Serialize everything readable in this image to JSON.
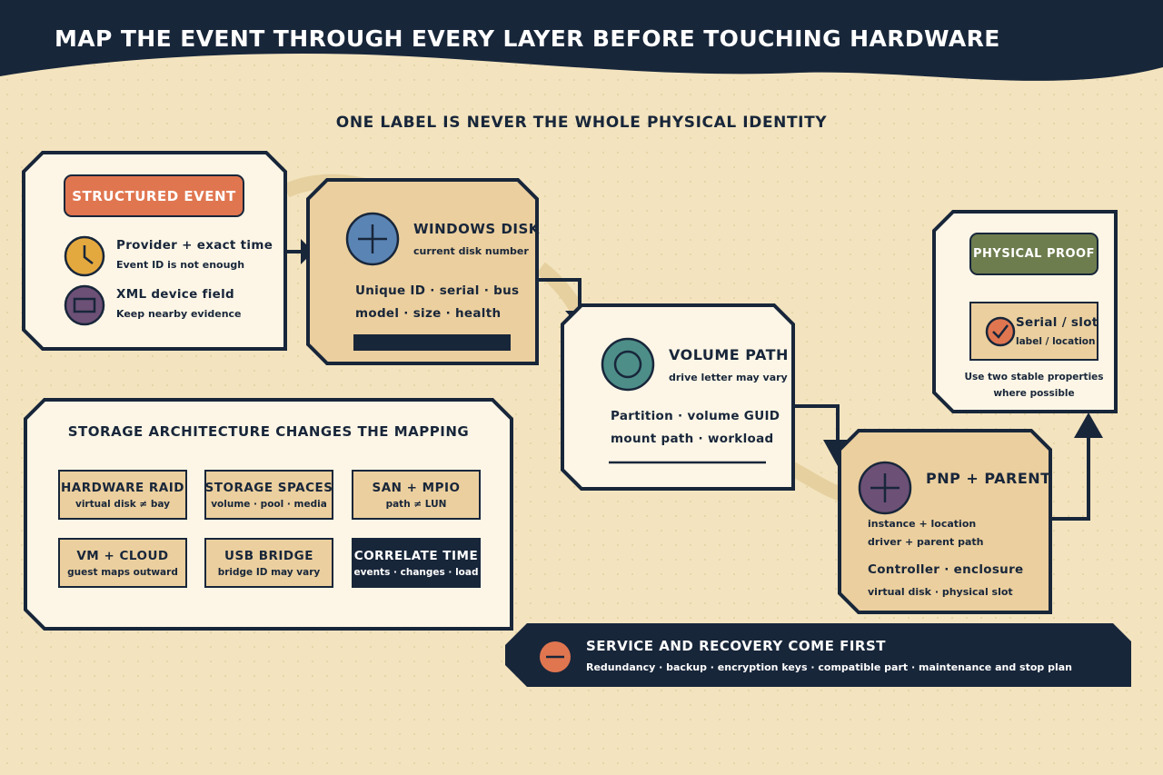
{
  "header": {
    "title": "MAP THE EVENT THROUGH EVERY LAYER BEFORE TOUCHING HARDWARE",
    "subtitle": "ONE LABEL IS NEVER THE WHOLE PHYSICAL IDENTITY"
  },
  "structured_event": {
    "badge": "STRUCTURED EVENT",
    "items": [
      {
        "title": "Provider + exact time",
        "detail": "Event ID is not enough",
        "icon": "clock-icon"
      },
      {
        "title": "XML device field",
        "detail": "Keep nearby evidence",
        "icon": "device-icon"
      }
    ]
  },
  "windows_disk": {
    "title": "WINDOWS DISK",
    "detail": "current disk number",
    "line1": "Unique ID · serial · bus",
    "line2": "model · size · health",
    "icon": "plus-icon"
  },
  "volume_path": {
    "title": "VOLUME PATH",
    "detail": "drive letter may vary",
    "line1": "Partition · volume GUID",
    "line2": "mount path · workload",
    "icon": "circle-icon"
  },
  "pnp_parent": {
    "title": "PNP + PARENT",
    "line1": "instance + location",
    "line2": "driver + parent path",
    "line3": "Controller · enclosure",
    "line4": "virtual disk · physical slot",
    "icon": "plus-icon"
  },
  "physical_proof": {
    "badge": "PHYSICAL PROOF",
    "item_title": "Serial / slot",
    "item_detail": "label / location",
    "note1": "Use two stable properties",
    "note2": "where possible",
    "icon": "checkmark-icon"
  },
  "storage_architecture": {
    "title": "STORAGE ARCHITECTURE CHANGES THE MAPPING",
    "tiles": [
      {
        "title": "HARDWARE RAID",
        "detail": "virtual disk ≠ bay"
      },
      {
        "title": "STORAGE SPACES",
        "detail": "volume · pool · media"
      },
      {
        "title": "SAN + MPIO",
        "detail": "path ≠ LUN"
      },
      {
        "title": "VM + CLOUD",
        "detail": "guest maps outward"
      },
      {
        "title": "USB BRIDGE",
        "detail": "bridge ID may vary"
      },
      {
        "title": "CORRELATE TIME",
        "detail": "events · changes · load"
      }
    ]
  },
  "service_banner": {
    "title": "SERVICE AND RECOVERY COME FIRST",
    "detail": "Redundancy · backup · encryption keys · compatible part · maintenance and stop plan",
    "icon": "minus-icon"
  },
  "colors": {
    "navy": "#18263a",
    "cream": "#fdf6e6",
    "tan": "#ebcf9e",
    "background": "#f3e4bf",
    "orange": "#e07650",
    "gold": "#e4a93e",
    "purple": "#6c5076",
    "blue": "#5a84b4",
    "teal": "#4d8e88",
    "olive": "#6e7d4e"
  }
}
